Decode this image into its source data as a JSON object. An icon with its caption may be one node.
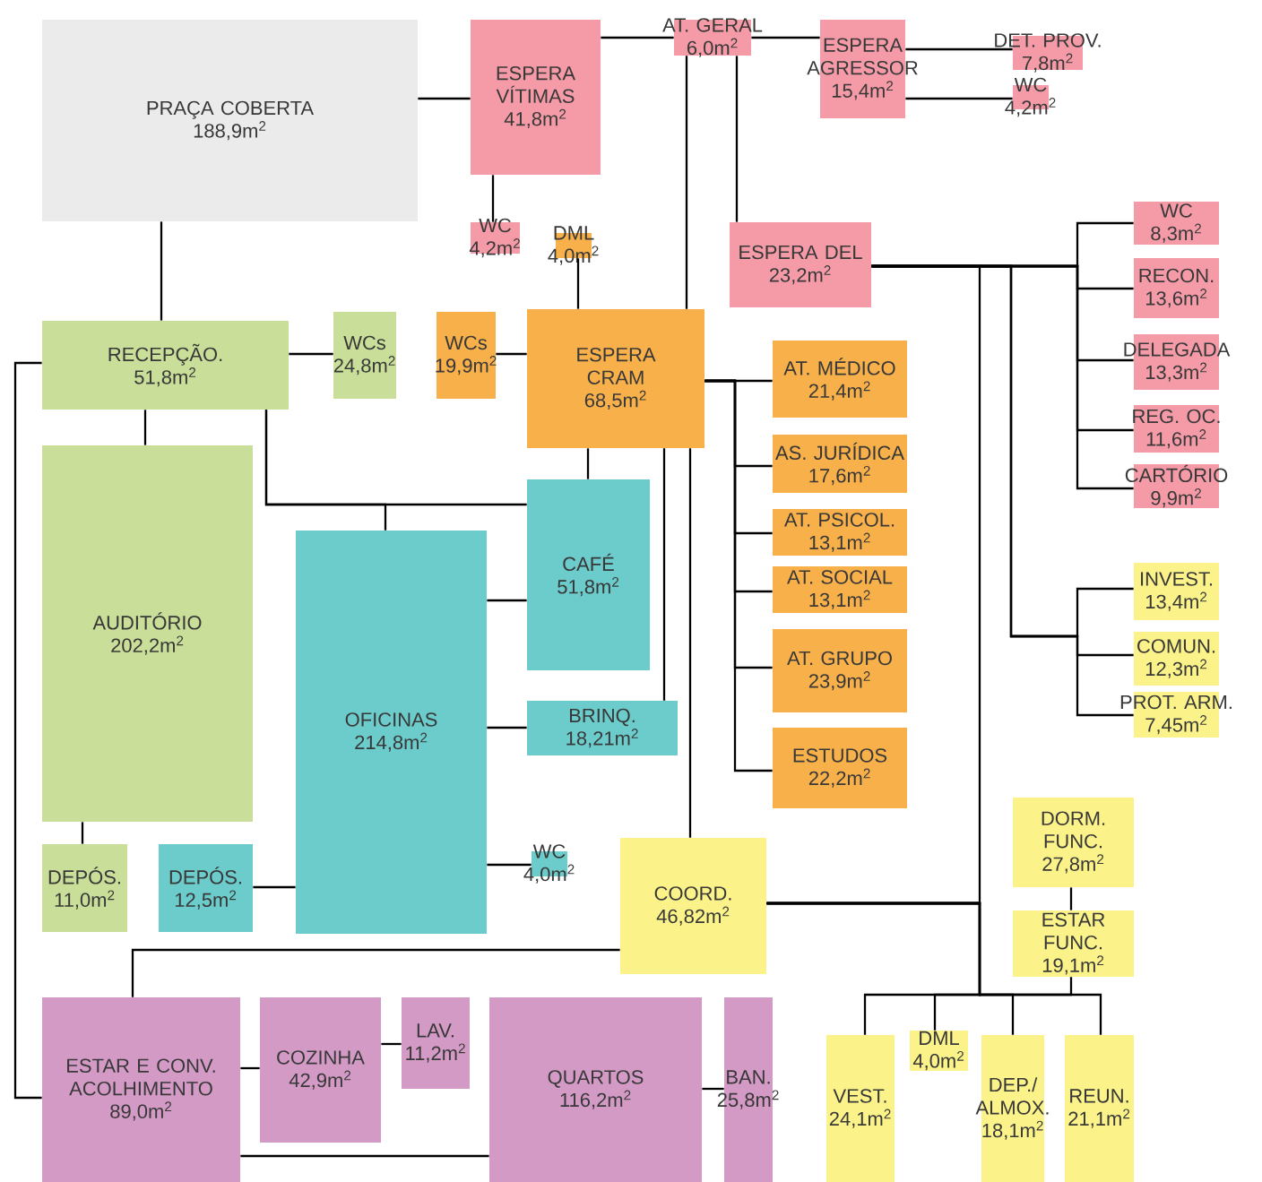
{
  "diagram": {
    "nodes": [
      {
        "text": [
          "PRAÇA COBERTA",
          "188,9m$^{2}$"
        ]
      },
      {
        "text": [
          "ESPERA VÍTIMAS",
          "41,8m$^{2}$"
        ]
      },
      {
        "text": [
          "AT. GERAL",
          "6,0m$^{2}$"
        ]
      },
      {
        "text": [
          "ESPERA AGRESSOR",
          "15,4m$^{2}$"
        ]
      },
      {
        "text": [
          "DET. PROV.",
          "7,8m$^{2}$"
        ]
      },
      {
        "text": [
          "WC",
          "4,2m$^{2}$"
        ]
      },
      {
        "text": [
          "WC",
          "4,2m$^{2}$"
        ]
      },
      {
        "text": [
          "DML",
          "4,0m$^{2}$"
        ]
      },
      {
        "text": [
          "ESPERA DEL",
          "23,2m$^{2}$"
        ]
      },
      {
        "text": [
          "WC",
          "8,3m$^{2}$"
        ]
      },
      {
        "text": [
          "RECON.",
          "13,6m$^{2}$"
        ]
      },
      {
        "text": [
          "DELEGADA",
          "13,3m$^{2}$"
        ]
      },
      {
        "text": [
          "REG. OC.",
          "11,6m$^{2}$"
        ]
      },
      {
        "text": [
          "CARTÓRIO",
          "9,9m$^{2}$"
        ]
      },
      {
        "text": [
          "RECEPÇÃO.",
          "51,8m$^{2}$"
        ]
      },
      {
        "text": [
          "WCs",
          "24,8m$^{2}$"
        ]
      },
      {
        "text": [
          "WCs",
          "19,9m$^{2}$"
        ]
      },
      {
        "text": [
          "ESPERA CRAM",
          "68,5m$^{2}$"
        ]
      },
      {
        "text": [
          "AT. MÉDICO",
          "21,4m$^{2}$"
        ]
      },
      {
        "text": [
          "AS. JURÍDICA",
          "17,6m$^{2}$"
        ]
      },
      {
        "text": [
          "AT. PSICOL.",
          "13,1m$^{2}$"
        ]
      },
      {
        "text": [
          "AT. SOCIAL",
          "13,1m$^{2}$"
        ]
      },
      {
        "text": [
          "AT. GRUPO",
          "23,9m$^{2}$"
        ]
      },
      {
        "text": [
          "ESTUDOS",
          "22,2m$^{2}$"
        ]
      },
      {
        "text": [
          "INVEST.",
          "13,4m$^{2}$"
        ]
      },
      {
        "text": [
          "COMUN.",
          "12,3m$^{2}$"
        ]
      },
      {
        "text": [
          "PROT. ARM.",
          "7,45m$^{2}$"
        ]
      },
      {
        "text": [
          "AUDITÓRIO",
          "202,2m$^{2}$"
        ]
      },
      {
        "text": [
          "CAFÉ",
          "51,8m$^{2}$"
        ]
      },
      {
        "text": [
          "OFICINAS",
          "214,8m$^{2}$"
        ]
      },
      {
        "text": [
          "BRINQ.",
          "18,21m$^{2}$"
        ]
      },
      {
        "text": [
          "DEPÓS.",
          "11,0m$^{2}$"
        ]
      },
      {
        "text": [
          "DEPÓS.",
          "12,5m$^{2}$"
        ]
      },
      {
        "text": [
          "WC",
          "4,0m$^{2}$"
        ]
      },
      {
        "text": [
          "COORD.",
          "46,82m$^{2}$"
        ]
      },
      {
        "text": [
          "DORM. FUNC.",
          "27,8m$^{2}$"
        ]
      },
      {
        "text": [
          "ESTAR FUNC.",
          "19,1m$^{2}$"
        ]
      },
      {
        "text": [
          "ESTAR E CONV. ACOLHIMENTO",
          "89,0m$^{2}$"
        ]
      },
      {
        "text": [
          "COZINHA",
          "42,9m$^{2}$"
        ]
      },
      {
        "text": [
          "LAV.",
          "11,2m$^{2}$"
        ]
      },
      {
        "text": [
          "QUARTOS",
          "116,2m$^{2}$"
        ]
      },
      {
        "text": [
          "BAN.",
          "25,8m$^{2}$"
        ]
      },
      {
        "text": [
          "VEST.",
          "24,1m$^{2}$"
        ]
      },
      {
        "text": [
          "DML",
          "4,0m$^{2}$"
        ]
      },
      {
        "text": [
          "DEP./ ALMOX.",
          "18,1m$^{2}$"
        ]
      },
      {
        "text": [
          "REUN.",
          "21,1m$^{2}$"
        ]
      }
    ],
    "edges": [
      {
        "from": 0,
        "to": 1,
        "arrow": "none"
      },
      {
        "from": 1,
        "to": 2,
        "arrow": "none"
      },
      {
        "from": 2,
        "to": 3,
        "arrow": "none"
      },
      {
        "from": 3,
        "to": 4,
        "arrow": "none"
      },
      {
        "from": 3,
        "to": 5,
        "arrow": "none"
      },
      {
        "from": 1,
        "to": 6,
        "arrow": "none"
      },
      {
        "from": 2,
        "to": 8,
        "arrow": "none"
      },
      {
        "from": 2,
        "to": 17,
        "arrow": "none"
      },
      {
        "from": 7,
        "to": 17,
        "arrow": "none"
      },
      {
        "from": 0,
        "to": 14,
        "arrow": "none"
      },
      {
        "from": 14,
        "to": 15,
        "arrow": "none"
      },
      {
        "from": 16,
        "to": 17,
        "arrow": "none"
      },
      {
        "from": 8,
        "to": 9,
        "arrow": "none"
      },
      {
        "from": 8,
        "to": 10,
        "arrow": "none"
      },
      {
        "from": 8,
        "to": 11,
        "arrow": "none"
      },
      {
        "from": 8,
        "to": 12,
        "arrow": "none"
      },
      {
        "from": 8,
        "to": 13,
        "arrow": "none"
      },
      {
        "from": 8,
        "to": 24,
        "arrow": "none"
      },
      {
        "from": 8,
        "to": 25,
        "arrow": "none"
      },
      {
        "from": 8,
        "to": 26,
        "arrow": "none"
      },
      {
        "from": 14,
        "to": 27,
        "arrow": "none"
      },
      {
        "from": 14,
        "to": 28,
        "arrow": "none"
      },
      {
        "from": 14,
        "to": 29,
        "arrow": "none"
      },
      {
        "from": 17,
        "to": 28,
        "arrow": "none"
      },
      {
        "from": 17,
        "to": 30,
        "arrow": "none"
      },
      {
        "from": 17,
        "to": 34,
        "arrow": "none"
      },
      {
        "from": 17,
        "to": 18,
        "arrow": "none"
      },
      {
        "from": 17,
        "to": 19,
        "arrow": "none"
      },
      {
        "from": 17,
        "to": 20,
        "arrow": "none"
      },
      {
        "from": 17,
        "to": 21,
        "arrow": "none"
      },
      {
        "from": 17,
        "to": 22,
        "arrow": "none"
      },
      {
        "from": 17,
        "to": 23,
        "arrow": "none"
      },
      {
        "from": 29,
        "to": 28,
        "arrow": "none"
      },
      {
        "from": 29,
        "to": 30,
        "arrow": "none"
      },
      {
        "from": 29,
        "to": 33,
        "arrow": "none"
      },
      {
        "from": 32,
        "to": 29,
        "arrow": "none"
      },
      {
        "from": 27,
        "to": 31,
        "arrow": "none"
      },
      {
        "from": 14,
        "to": 37,
        "arrow": "none"
      },
      {
        "from": 34,
        "to": 37,
        "arrow": "none"
      },
      {
        "from": 37,
        "to": 38,
        "arrow": "none"
      },
      {
        "from": 38,
        "to": 39,
        "arrow": "none"
      },
      {
        "from": 37,
        "to": 40,
        "arrow": "none"
      },
      {
        "from": 40,
        "to": 41,
        "arrow": "none"
      },
      {
        "from": 34,
        "to": 8,
        "arrow": "none"
      },
      {
        "from": 34,
        "to": 42,
        "arrow": "none"
      },
      {
        "from": 34,
        "to": 43,
        "arrow": "none"
      },
      {
        "from": 34,
        "to": 44,
        "arrow": "none"
      },
      {
        "from": 34,
        "to": 45,
        "arrow": "none"
      },
      {
        "from": 34,
        "to": 36,
        "arrow": "none"
      },
      {
        "from": 35,
        "to": 36,
        "arrow": "none"
      }
    ]
  }
}
